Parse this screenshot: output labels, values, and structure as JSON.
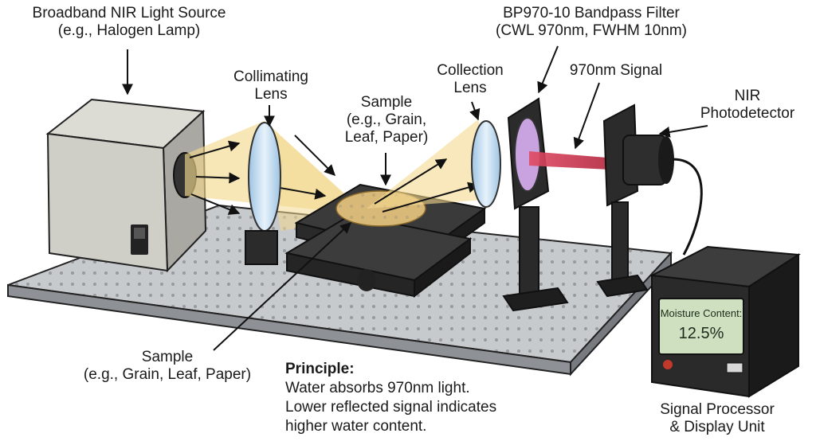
{
  "labels": {
    "light_source": [
      "Broadband NIR Light Source",
      "(e.g., Halogen Lamp)"
    ],
    "collimating_lens": [
      "Collimating",
      "Lens"
    ],
    "sample_top": [
      "Sample",
      "(e.g., Grain,",
      "Leaf, Paper)"
    ],
    "collection_lens": [
      "Collection",
      "Lens"
    ],
    "bandpass_filter": [
      "BP970-10 Bandpass Filter",
      "(CWL 970nm, FWHM 10nm)"
    ],
    "signal": "970nm Signal",
    "photodetector": [
      "NIR",
      "Photodetector"
    ],
    "sample_bottom": [
      "Sample",
      "(e.g., Grain, Leaf, Paper)"
    ],
    "processor": [
      "Signal Processor",
      "& Display Unit"
    ]
  },
  "principle": {
    "heading": "Principle:",
    "lines": [
      "Water absorbs 970nm light.",
      "Lower reflected signal indicates",
      "higher water content."
    ]
  },
  "display": {
    "label": "Moisture Content:",
    "value": "12.5%"
  },
  "colors": {
    "beam": "#f3d98f",
    "signal_beam": "#d9304a",
    "filter_glass": "#c9a2e0",
    "lens_glass": "#bcd8ee",
    "lcd": "#cfe0c0",
    "table": "#b9bcc0"
  },
  "icons": [
    "arrow-icon",
    "power-switch-icon",
    "indicator-led-icon",
    "button-icon"
  ]
}
